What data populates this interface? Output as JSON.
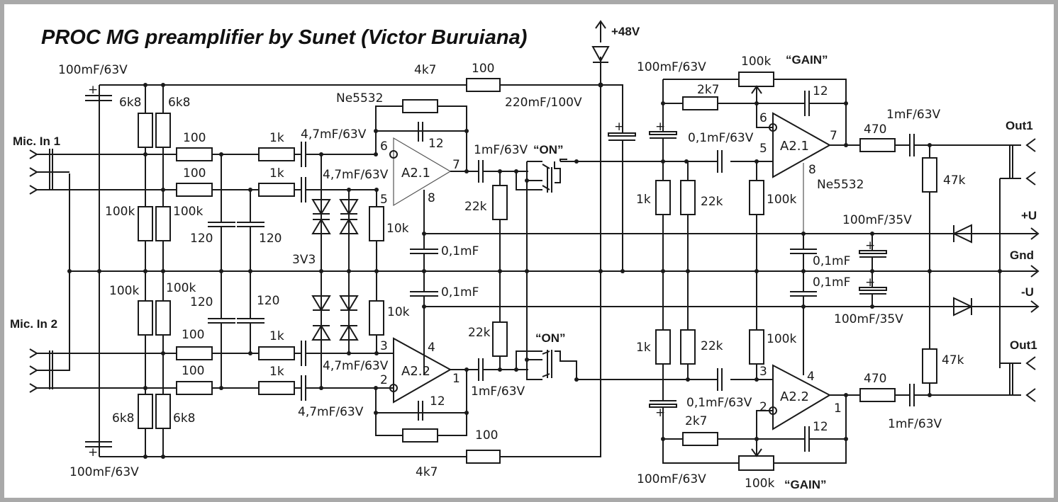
{
  "title": "PROC MG  preamplifier by Sunet (Victor Buruiana)",
  "colors": {
    "line": "#1a1a1a",
    "frame": "#a9a9a9",
    "background": "#ffffff"
  },
  "supply": {
    "phantom": "+48V",
    "plus": "+U",
    "gnd": "Gnd",
    "minus": "-U"
  },
  "inputs": {
    "mic1": "Mic. In 1",
    "mic2": "Mic. In 2"
  },
  "outputs": {
    "out_top": "Out1",
    "out_bottom": "Out1"
  },
  "ic": {
    "type": "Ne5532",
    "type_right": "Ne5532",
    "a21": "A2.1",
    "a22": "A2.2",
    "a21_right": "A2.1",
    "a22_right": "A2.2"
  },
  "pins": {
    "p6": "6",
    "p5": "5",
    "p7": "7",
    "p8": "8",
    "p3": "3",
    "p2": "2",
    "p1": "1",
    "p4": "4"
  },
  "switches": {
    "on_top": "“ON”",
    "on_bottom": "“ON”"
  },
  "gain": {
    "top": "“GAIN”",
    "bottom": "“GAIN”"
  },
  "parts": {
    "c_100mf63v": "100mF/63V",
    "r_6k8": "6k8",
    "r_100": "100",
    "r_1k": "1k",
    "c_47mf63v": "4,7mF/63V",
    "r_4k7": "4k7",
    "c_12": "12",
    "c_1mf63v": "1mF/63V",
    "c_220mf100v": "220mF/100V",
    "r_100k": "100k",
    "c_120": "120",
    "z_3v3": "3V3",
    "r_10k": "10k",
    "r_22k": "22k",
    "c_01mf": "0,1mF",
    "c_01mf63v": "0,1mF/63V",
    "r_2k7": "2k7",
    "r_470": "470",
    "r_47k": "47k",
    "c_100mf35v": "100mF/35V"
  }
}
